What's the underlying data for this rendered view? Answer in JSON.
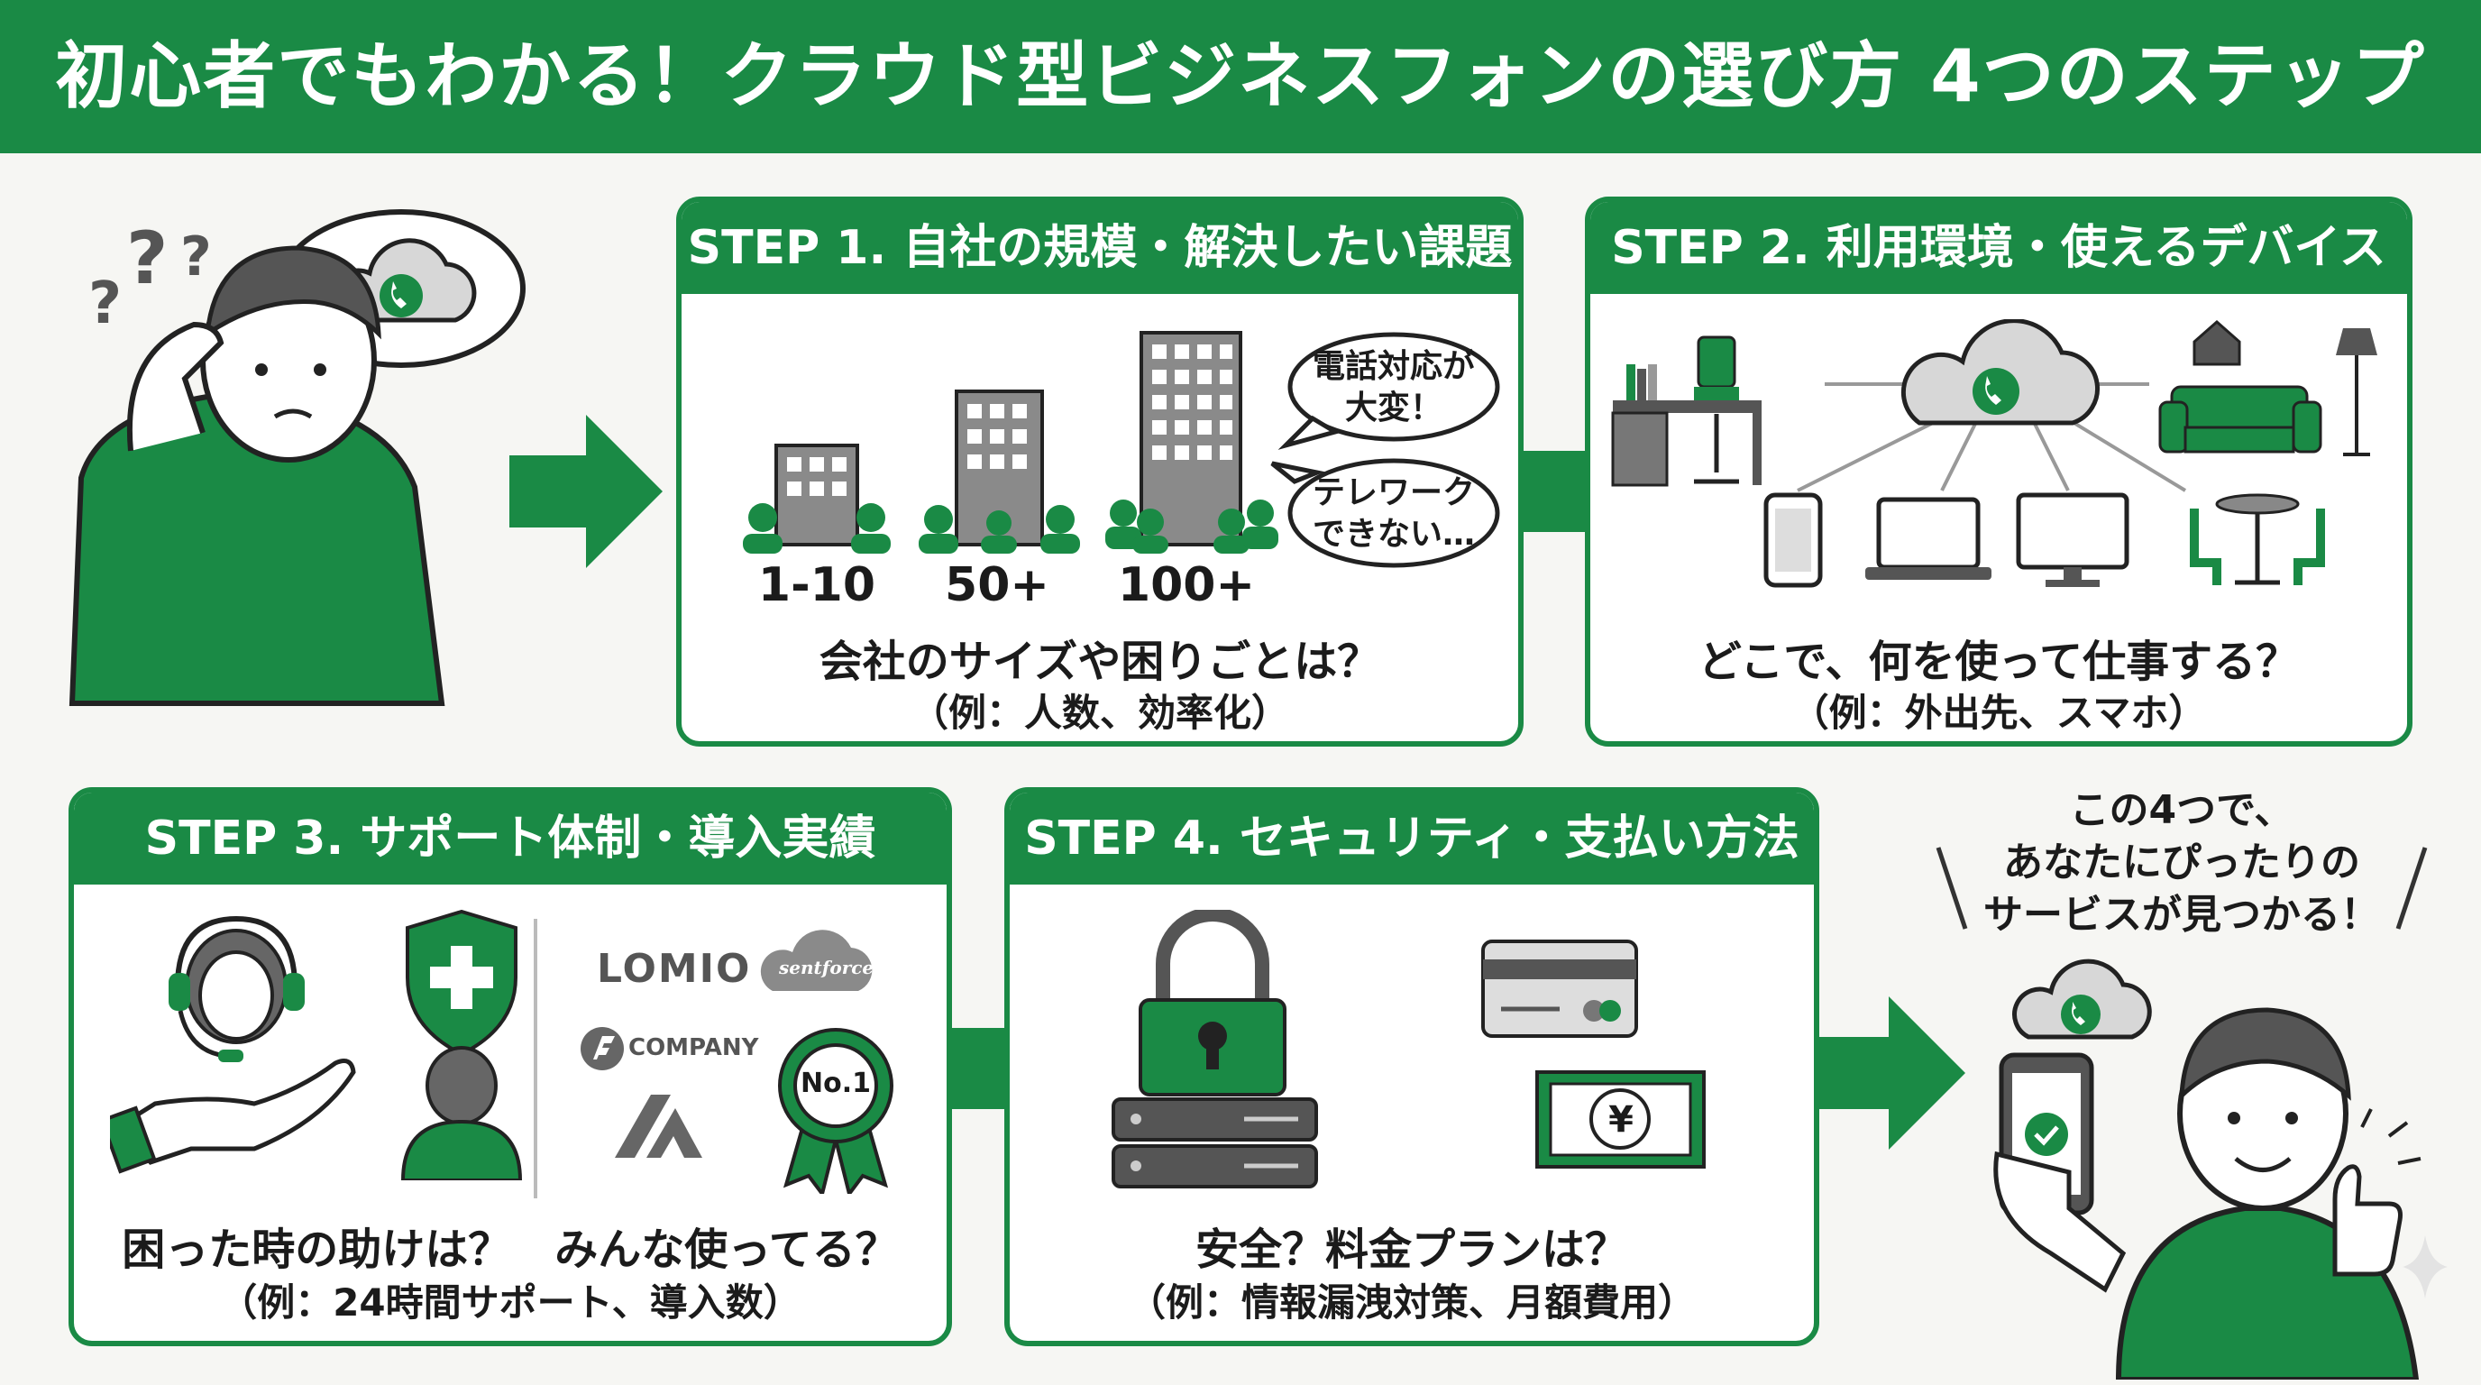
{
  "title": "初心者でもわかる！クラウド型ビジネスフォンの選び方 4つのステップ",
  "colors": {
    "accent": "#1a8a45",
    "gray": "#8a8a8a",
    "dark": "#444444"
  },
  "steps": [
    {
      "heading": "STEP 1. 自社の規模・解決したい課題",
      "sizes": [
        "1-10",
        "50+",
        "100+"
      ],
      "bubbles": [
        {
          "lines": [
            "電話対応が",
            "大変！"
          ]
        },
        {
          "lines": [
            "テレワーク",
            "できない…"
          ]
        }
      ],
      "question": "会社のサイズや困りごとは？",
      "example": "（例：人数、効率化）"
    },
    {
      "heading": "STEP 2. 利用環境・使えるデバイス",
      "question": "どこで、何を使って仕事する？",
      "example": "（例：外出先、スマホ）"
    },
    {
      "heading": "STEP 3. サポート体制・導入実績",
      "logos": [
        "LOMIO",
        "sentforce",
        "COMPANY"
      ],
      "badge": "No.1",
      "question": "困った時の助けは？　みんな使ってる？",
      "example": "（例：24時間サポート、導入数）"
    },
    {
      "heading": "STEP 4. セキュリティ・支払い方法",
      "currency": "¥",
      "question": "安全？料金プランは？",
      "example": "（例：情報漏洩対策、月額費用）"
    }
  ],
  "confused_marks": "?",
  "final_message": [
    "この4つで、",
    "あなたにぴったりの",
    "サービスが見つかる！"
  ],
  "icons": [
    "question-mark-icon",
    "cloud-phone-icon",
    "arrow-right-icon",
    "building-icon",
    "desk-icon",
    "home-icon",
    "sofa-icon",
    "lamp-icon",
    "smartphone-icon",
    "laptop-icon",
    "monitor-icon",
    "cafe-table-icon",
    "headset-operator-icon",
    "shield-plus-icon",
    "hand-icon",
    "person-icon",
    "award-ribbon-icon",
    "padlock-icon",
    "server-icon",
    "credit-card-icon",
    "banknote-icon",
    "thumbs-up-icon",
    "sparkle-icon"
  ]
}
